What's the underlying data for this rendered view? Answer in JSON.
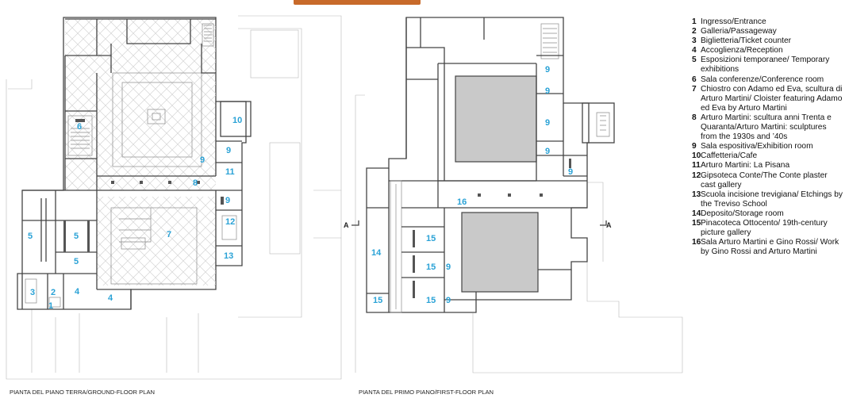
{
  "captions": {
    "ground": "PIANTA DEL PIANO TERRA/GROUND-FLOOR PLAN",
    "first": "PIANTA DEL PRIMO PIANO/FIRST-FLOOR PLAN"
  },
  "section_marker": "A",
  "colors": {
    "room_numbers": "#2aa2d6",
    "courtyard_fill": "#c9c9c9",
    "tab": "#c86a2a"
  },
  "ground_labels": [
    {
      "n": "1"
    },
    {
      "n": "2"
    },
    {
      "n": "3"
    },
    {
      "n": "4"
    },
    {
      "n": "4"
    },
    {
      "n": "5"
    },
    {
      "n": "5"
    },
    {
      "n": "5"
    },
    {
      "n": "6"
    },
    {
      "n": "7"
    },
    {
      "n": "8"
    },
    {
      "n": "9"
    },
    {
      "n": "9"
    },
    {
      "n": "9"
    },
    {
      "n": "10"
    },
    {
      "n": "11"
    },
    {
      "n": "12"
    },
    {
      "n": "13"
    }
  ],
  "first_labels": [
    {
      "n": "9"
    },
    {
      "n": "9"
    },
    {
      "n": "9"
    },
    {
      "n": "9"
    },
    {
      "n": "9"
    },
    {
      "n": "16"
    },
    {
      "n": "14"
    },
    {
      "n": "15"
    },
    {
      "n": "15"
    },
    {
      "n": "15"
    },
    {
      "n": "15"
    },
    {
      "n": "9"
    },
    {
      "n": "9"
    },
    {
      "n": "9"
    }
  ],
  "legend": [
    {
      "num": "1",
      "text": "Ingresso/Entrance"
    },
    {
      "num": "2",
      "text": "Galleria/Passageway"
    },
    {
      "num": "3",
      "text": "Biglietteria/Ticket counter"
    },
    {
      "num": "4",
      "text": "Accoglienza/Reception"
    },
    {
      "num": "5",
      "text": "Esposizioni temporanee/ Temporary exhibitions"
    },
    {
      "num": "6",
      "text": "Sala conferenze/Conference room"
    },
    {
      "num": "7",
      "text": "Chiostro con Adamo ed Eva, scultura di Arturo Martini/ Cloister featuring Adamo ed Eva by Arturo Martini"
    },
    {
      "num": "8",
      "text": "Arturo Martini: scultura anni Trenta e Quaranta/Arturo Martini: sculptures from the 1930s and ’40s"
    },
    {
      "num": "9",
      "text": "Sala espositiva/Exhibition room"
    },
    {
      "num": "10",
      "text": "Caffetteria/Cafe"
    },
    {
      "num": "11",
      "text": "Arturo Martini: La Pisana"
    },
    {
      "num": "12",
      "text": "Gipsoteca Conte/The Conte plaster cast gallery"
    },
    {
      "num": "13",
      "text": "Scuola incisione trevigiana/ Etchings by the Treviso School"
    },
    {
      "num": "14",
      "text": "Deposito/Storage room"
    },
    {
      "num": "15",
      "text": "Pinacoteca Ottocento/ 19th-century picture gallery"
    },
    {
      "num": "16",
      "text": "Sala Arturo Martini e Gino Rossi/ Work by Gino Rossi and Arturo Martini"
    }
  ]
}
